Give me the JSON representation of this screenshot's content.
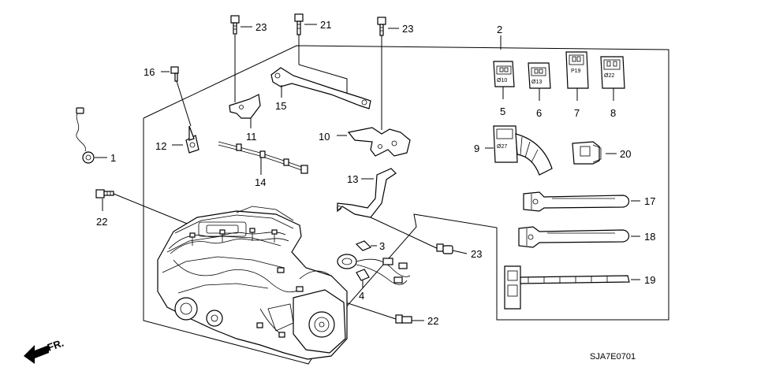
{
  "diagram": {
    "code": "SJA7E0701",
    "direction_label": "FR.",
    "callouts": {
      "n1": "1",
      "n2": "2",
      "n3": "3",
      "n4": "4",
      "n5": "5",
      "n6": "6",
      "n7": "7",
      "n8": "8",
      "n9": "9",
      "n10": "10",
      "n11": "11",
      "n12": "12",
      "n13": "13",
      "n14": "14",
      "n15": "15",
      "n16": "16",
      "n17": "17",
      "n18": "18",
      "n19": "19",
      "n20": "20",
      "n21": "21",
      "n22a": "22",
      "n22b": "22",
      "n23a": "23",
      "n23b": "23",
      "n23c": "23"
    },
    "connector_marks": {
      "c5": "Ø10",
      "c6": "Ø13",
      "c7": "P19",
      "c8": "Ø22",
      "c9": "Ø27"
    }
  }
}
